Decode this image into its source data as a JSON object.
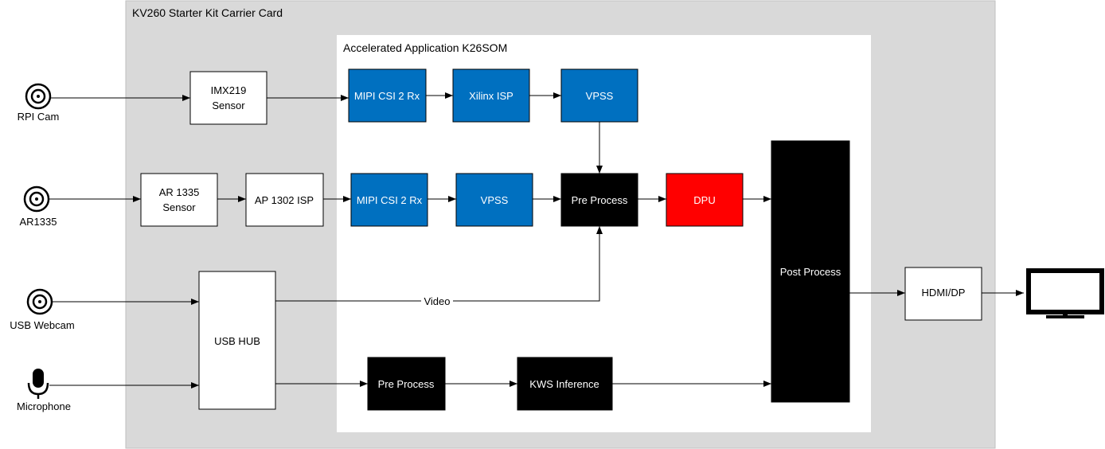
{
  "carrier_card": {
    "title": "KV260 Starter Kit Carrier Card"
  },
  "som": {
    "title": "Accelerated Application K26SOM"
  },
  "inputs": {
    "rpi_cam": "RPI Cam",
    "ar1335": "AR1335",
    "usb_webcam": "USB Webcam",
    "microphone": "Microphone"
  },
  "blocks": {
    "imx219_line1": "IMX219",
    "imx219_line2": "Sensor",
    "ar1335_line1": "AR 1335",
    "ar1335_line2": "Sensor",
    "ap1302": "AP 1302 ISP",
    "usb_hub": "USB HUB",
    "mipi_top": "MIPI CSI 2 Rx",
    "xilinx_isp": "Xilinx ISP",
    "vpss_top": "VPSS",
    "mipi_mid": "MIPI CSI 2 Rx",
    "vpss_mid": "VPSS",
    "pre_process_video": "Pre Process",
    "dpu": "DPU",
    "post_process": "Post Process",
    "pre_process_audio": "Pre Process",
    "kws_inference": "KWS Inference",
    "hdmi_dp": "HDMI/DP"
  },
  "edges": {
    "video_label": "Video"
  },
  "colors": {
    "carrier_bg": "#d9d9d9",
    "som_bg": "#ffffff",
    "ip_blue": "#0070c0",
    "dpu_red": "#ff0000",
    "process_black": "#000000"
  }
}
